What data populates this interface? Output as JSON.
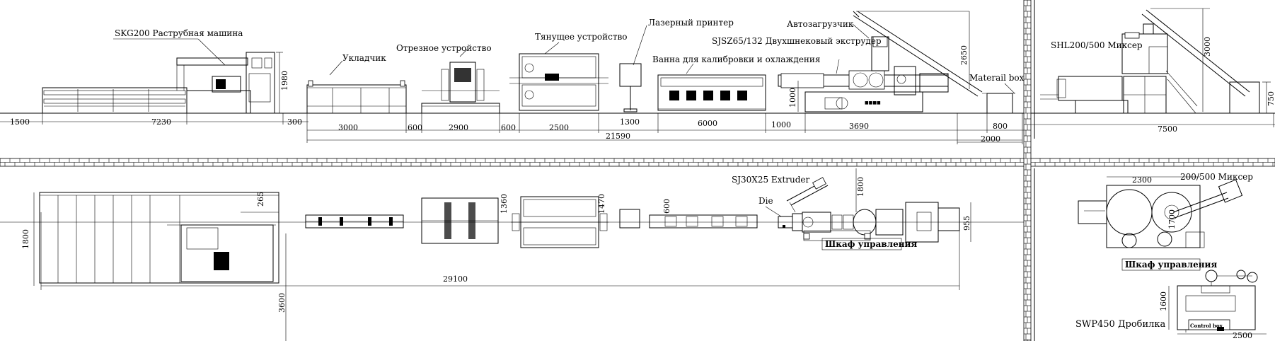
{
  "top": {
    "labels": {
      "skg_machine": "SKG200 Раструбная машина",
      "stacker": "Укладчик",
      "cutter": "Отрезное устройство",
      "haul_off": "Тянущее устройство",
      "laser_printer": "Лазерный принтер",
      "bath": "Ванна для калибровки и охлаждения",
      "autoloader": "Автозагрузчик",
      "extruder": "SJSZ65/132 Двухшнековый экструдер",
      "material_box": "Materail box",
      "mixer": "SHL200/500 Миксер"
    },
    "dims": {
      "d1500": "1500",
      "d7230": "7230",
      "d300": "300",
      "d1980": "1980",
      "d3000": "3000",
      "d600a": "600",
      "d2900": "2900",
      "d600b": "600",
      "d2500": "2500",
      "d1300": "1300",
      "d6000": "6000",
      "d1000": "1000",
      "d1000v": "1000",
      "d3690": "3690",
      "d2650": "2650",
      "d800": "800",
      "d2000": "2000",
      "d21590": "21590",
      "d7500": "7500",
      "d3000v": "3000",
      "d750": "750"
    }
  },
  "bottom": {
    "labels": {
      "sj_extruder": "SJ30X25 Extruder",
      "die": "Die",
      "control_cabinet": "Шкаф управления",
      "mixer": "200/500 Миксер",
      "control_cabinet2": "Шкаф управления",
      "crusher": "SWP450 Дробилка",
      "control_box": "Control box"
    },
    "dims": {
      "d1800": "1800",
      "d265": "265",
      "d1360": "1360",
      "d1470": "1470",
      "d600": "600",
      "d1800v": "1800",
      "d955": "955",
      "d29100": "29100",
      "d3600": "3600",
      "d2300": "2300",
      "d1700": "1700",
      "d1600": "1600",
      "d2500": "2500"
    }
  }
}
